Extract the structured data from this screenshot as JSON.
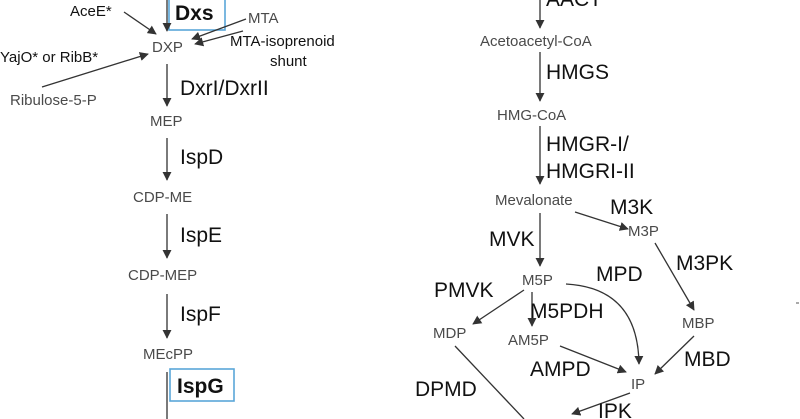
{
  "colors": {
    "highlight_box": "#5aa6d8",
    "arrow": "#333333",
    "metabolite": "#4a4a4a",
    "enzyme": "#111111"
  },
  "mep_pathway": {
    "metabolites": {
      "dxp": "DXP",
      "mep": "MEP",
      "cdp_me": "CDP-ME",
      "cdp_mep": "CDP-MEP",
      "mecpp": "MEcPP",
      "mta": "MTA",
      "ribulose_5p": "Ribulose-5-P"
    },
    "enzymes": {
      "dxs": "Dxs",
      "dxr": "DxrI/DxrII",
      "ispd": "IspD",
      "ispe": "IspE",
      "ispf": "IspF",
      "ispg": "IspG"
    },
    "side_labels": {
      "acee": "AceE*",
      "yajo_ribb": "YajO* or RibB*",
      "mta_shunt_line1": "MTA-isoprenoid",
      "mta_shunt_line2": "shunt"
    }
  },
  "mva_pathway": {
    "metabolites": {
      "acetoacetyl_coa": "Acetoacetyl-CoA",
      "hmg_coa": "HMG-CoA",
      "mevalonate": "Mevalonate",
      "m3p": "M3P",
      "m5p": "M5P",
      "mdp": "MDP",
      "am5p": "AM5P",
      "mbp": "MBP",
      "ip": "IP"
    },
    "enzymes": {
      "aact": "AACT",
      "hmgs": "HMGS",
      "hmgr_line1": "HMGR-I/",
      "hmgr_line2": "HMGRI-II",
      "mvk": "MVK",
      "m3k": "M3K",
      "m3pk": "M3PK",
      "pmvk": "PMVK",
      "mpd": "MPD",
      "m5pdh": "M5PDH",
      "ampd": "AMPD",
      "mbd": "MBD",
      "dpmd": "DPMD",
      "ipk": "IPK"
    }
  }
}
